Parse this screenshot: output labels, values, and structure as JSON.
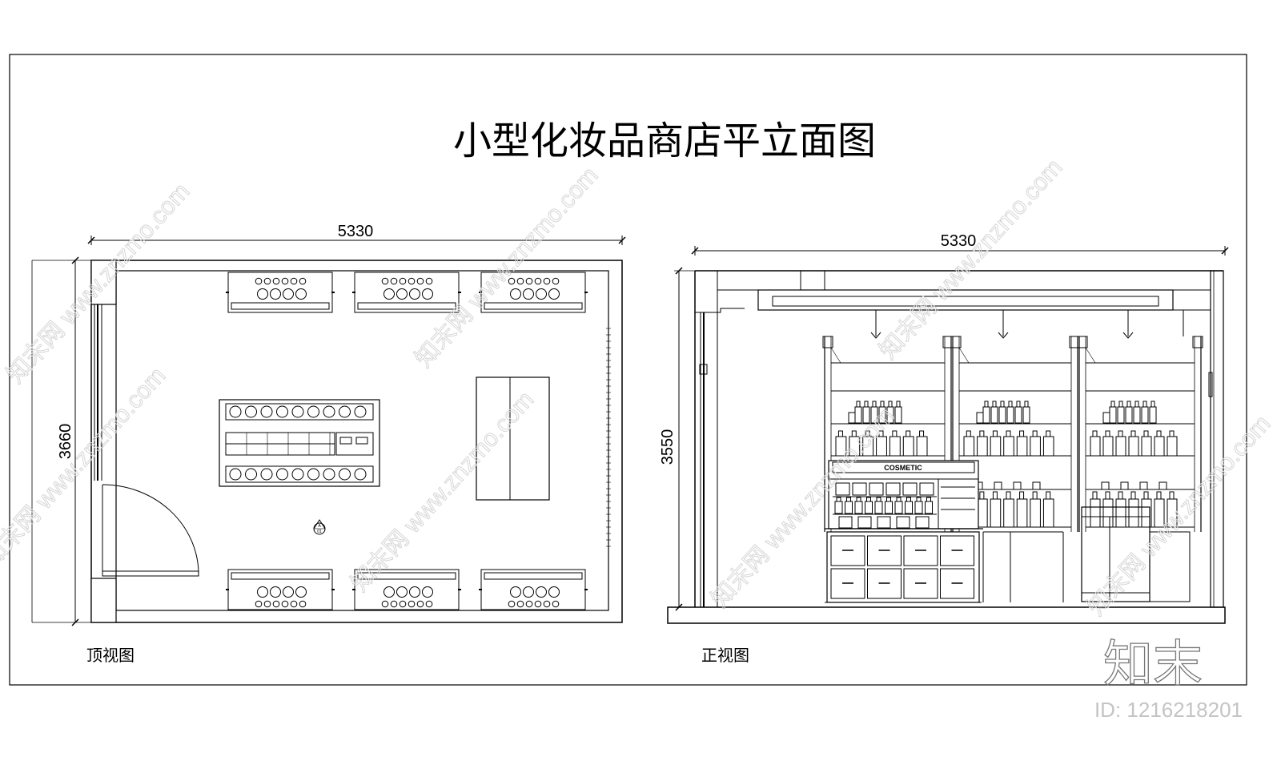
{
  "title": "小型化妆品商店平立面图",
  "top_view": {
    "label": "顶视图",
    "width_dim": "5330",
    "height_dim": "3660",
    "section_marker": {
      "top": "A",
      "bottom": "01"
    }
  },
  "front_view": {
    "label": "正视图",
    "width_dim": "5330",
    "height_dim": "3550",
    "counter_sign": "COSMETIC"
  },
  "watermark": {
    "logo_text": "知末",
    "id_text": "ID: 1216218201",
    "repeat_text": "知末网 www.znzmo.com"
  }
}
